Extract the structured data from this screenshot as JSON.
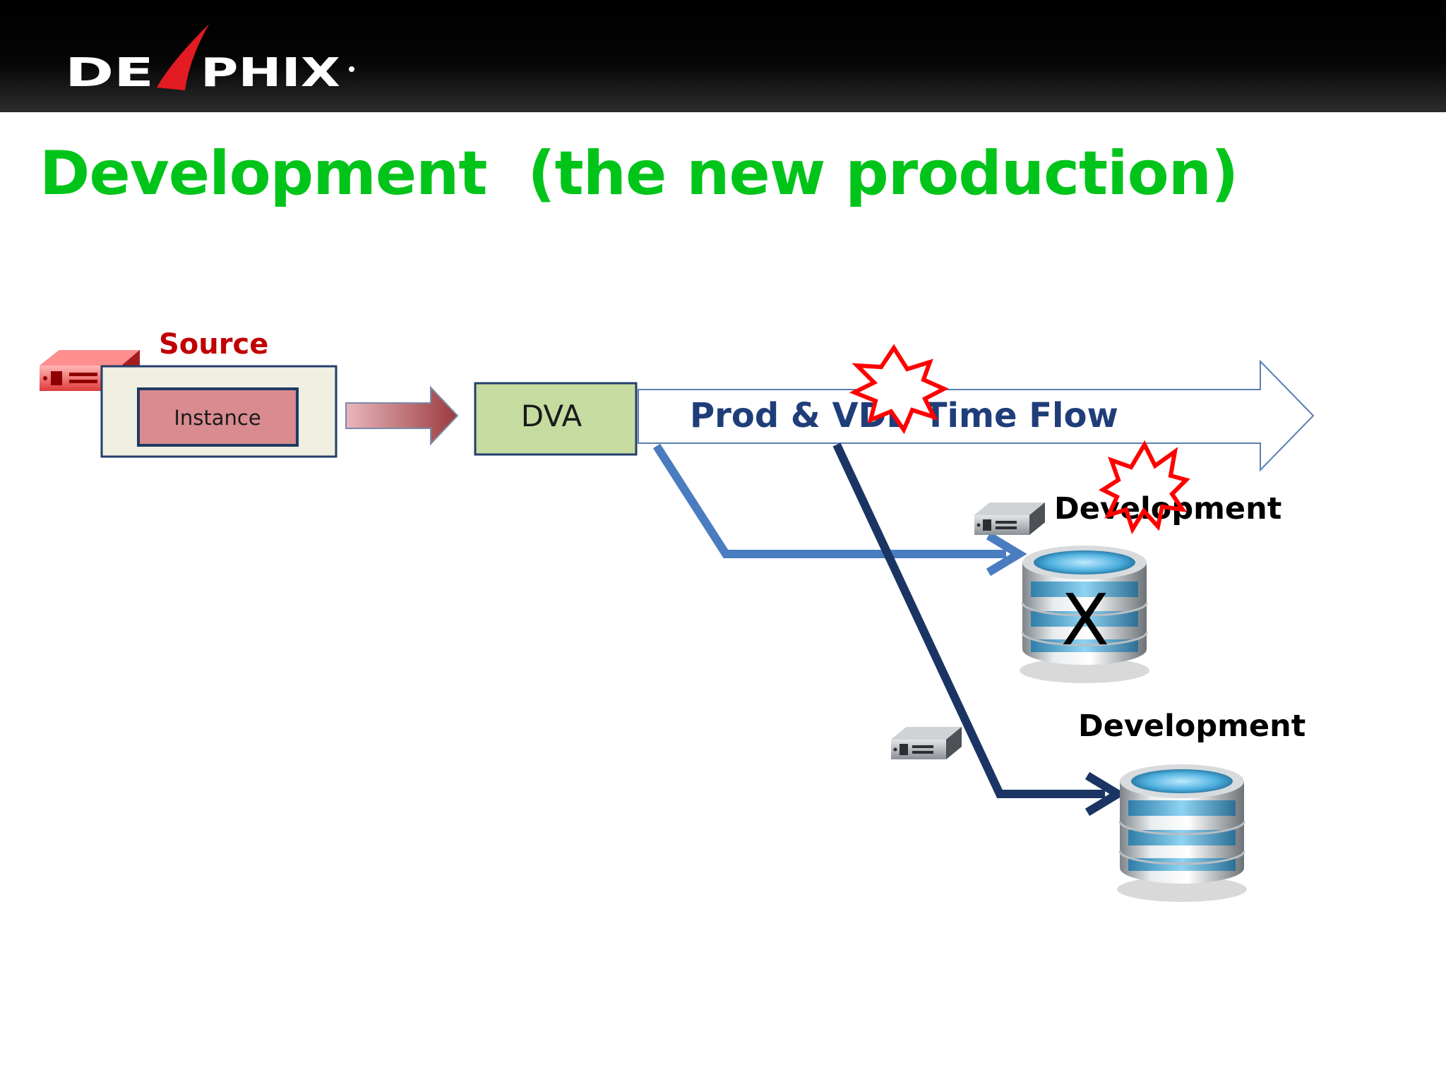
{
  "header": {
    "logo_text_left": "DE",
    "logo_text_right": "PHIX"
  },
  "slide": {
    "title": "Development  (the new production)"
  },
  "diagram": {
    "source_label": "Source",
    "instance_label": "Instance",
    "dva_label": "DVA",
    "timeflow_label": "Prod & VDB Time Flow",
    "dev_label_1": "Development",
    "dev_label_2": "Development",
    "failed_marker": "X"
  },
  "colors": {
    "title_green": "#00c41a",
    "source_red": "#c00000",
    "timeflow_text": "#1f3e79",
    "dva_fill": "#c6dba0",
    "instance_fill": "#d98b90",
    "branch_light": "#4a7cc0",
    "branch_dark": "#1a3563",
    "burst_red": "#ff0000"
  }
}
